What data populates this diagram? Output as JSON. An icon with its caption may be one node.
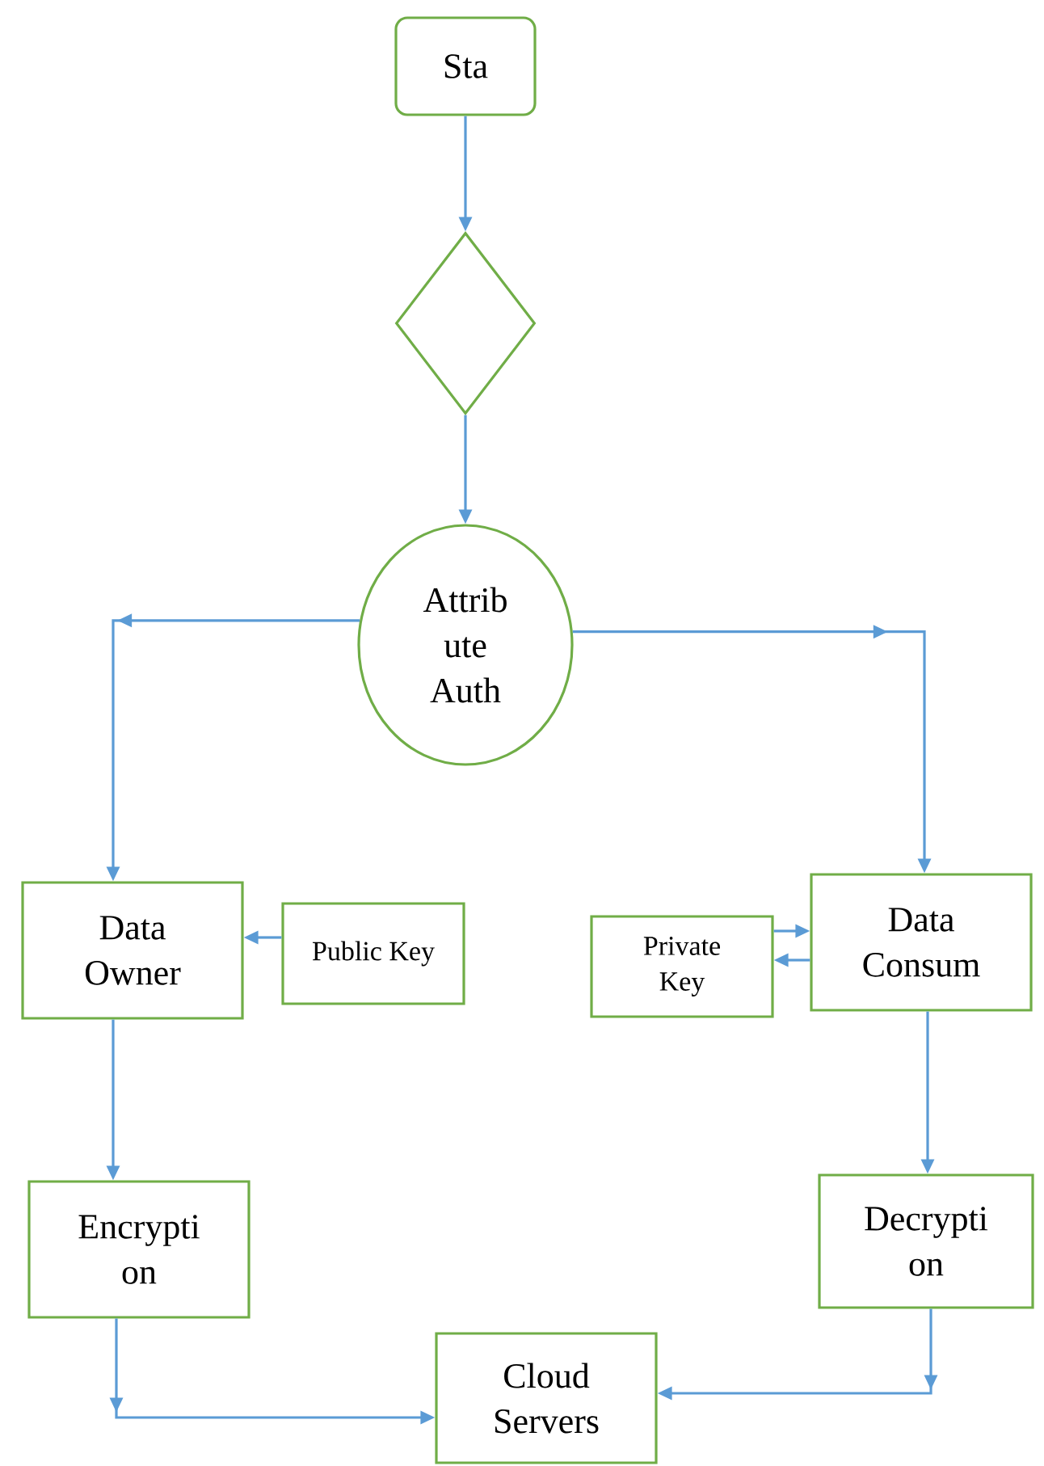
{
  "diagram": {
    "nodes": [
      {
        "text": [
          "Sta"
        ]
      },
      {
        "text": [],
        "shape": "diamond"
      },
      {
        "text": [
          "Attrib ute Auth"
        ]
      },
      {
        "text": [
          "Data Owner"
        ]
      },
      {
        "text": [
          "Public Key"
        ]
      },
      {
        "text": [
          "Private Key"
        ]
      },
      {
        "text": [
          "Data Consum"
        ]
      },
      {
        "text": [
          "Encrypti on"
        ]
      },
      {
        "text": [
          "Decrypti on"
        ]
      },
      {
        "text": [
          "Cloud Servers"
        ]
      }
    ],
    "edges": [
      {
        "from": 0,
        "to": 1,
        "arrow": "to"
      },
      {
        "from": 1,
        "to": 2,
        "arrow": "to"
      },
      {
        "from": 2,
        "to": 3,
        "arrow": "to"
      },
      {
        "from": 2,
        "to": 6,
        "arrow": "to"
      },
      {
        "from": 4,
        "to": 3,
        "arrow": "to"
      },
      {
        "from": 5,
        "to": 6,
        "arrow": "to"
      },
      {
        "from": 6,
        "to": 5,
        "arrow": "to"
      },
      {
        "from": 3,
        "to": 7,
        "arrow": "to"
      },
      {
        "from": 6,
        "to": 8,
        "arrow": "to"
      },
      {
        "from": 7,
        "to": 9,
        "arrow": "to"
      },
      {
        "from": 8,
        "to": 9,
        "arrow": "to"
      }
    ]
  }
}
